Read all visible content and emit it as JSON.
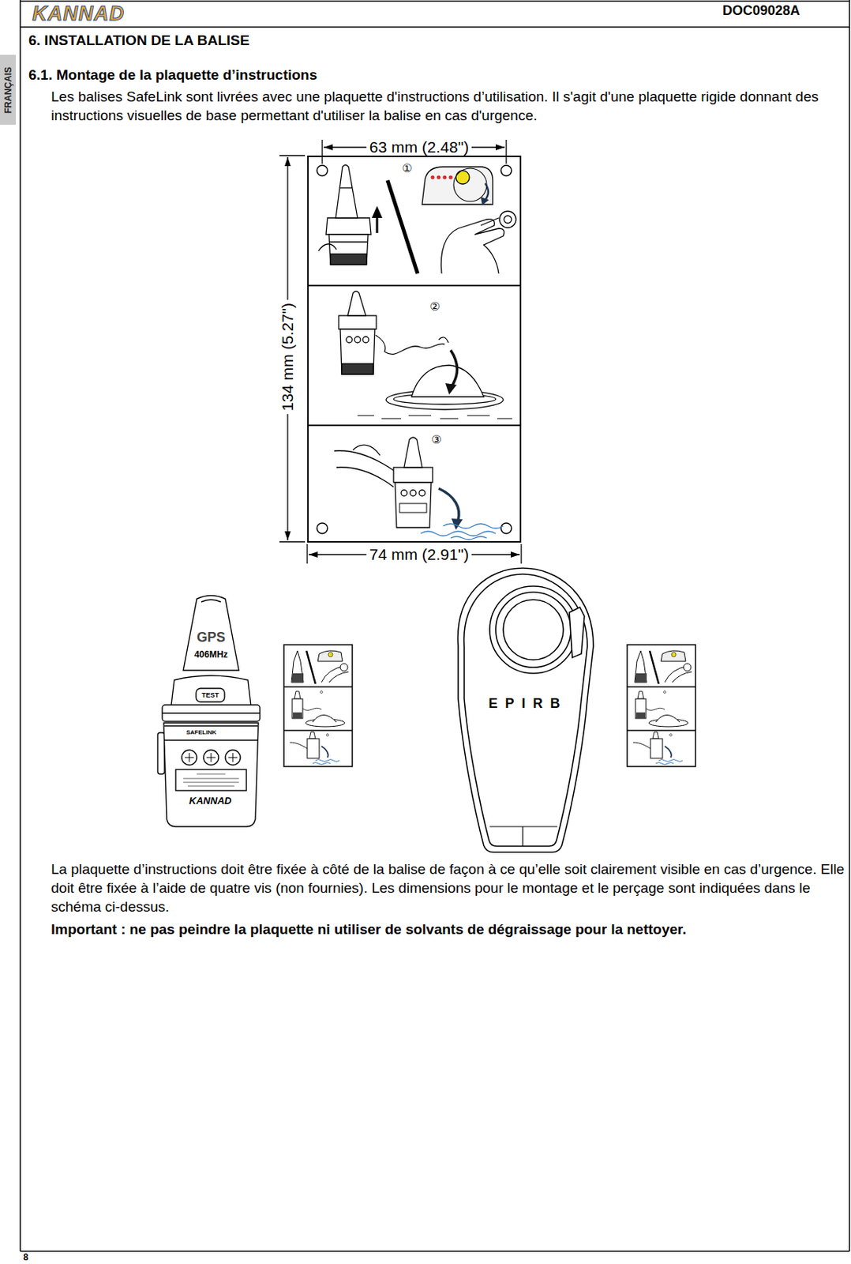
{
  "diagram": {
    "title": "6. INSTALLATION DE LA BALISE",
    "nodes": [
      {
        "text": [
          "①"
        ]
      },
      {
        "text": [
          "②"
        ]
      },
      {
        "text": [
          "③"
        ]
      }
    ],
    "labels": [
      "KANNAD",
      "DOC09028A",
      "FRANÇAIS",
      "6.1. Montage de la plaquette d’instructions",
      "Les balises SafeLink sont livrées avec une plaquette d'instructions d’utilisation. Il s'agit d'une plaquette rigide donnant des instructions visuelles de base permettant d'utiliser la balise en cas d'urgence.",
      "63 mm (2.48\")",
      "134 mm (5.27\")",
      "74 mm (2.91\")",
      "GPS",
      "406MHz",
      "TEST",
      "SAFELINK",
      "KANNAD",
      "EPIRB",
      "La plaquette d’instructions doit être fixée à côté de la balise de façon à ce qu’elle soit clairement visible en cas d’urgence. Elle doit être fixée à l’aide de quatre vis (non fournies). Les dimensions pour le montage et le perçage sont indiquées dans le schéma ci-dessus.",
      "Important : ne pas peindre la plaquette ni utiliser de solvants de dégraissage pour la nettoyer.",
      "8"
    ]
  }
}
